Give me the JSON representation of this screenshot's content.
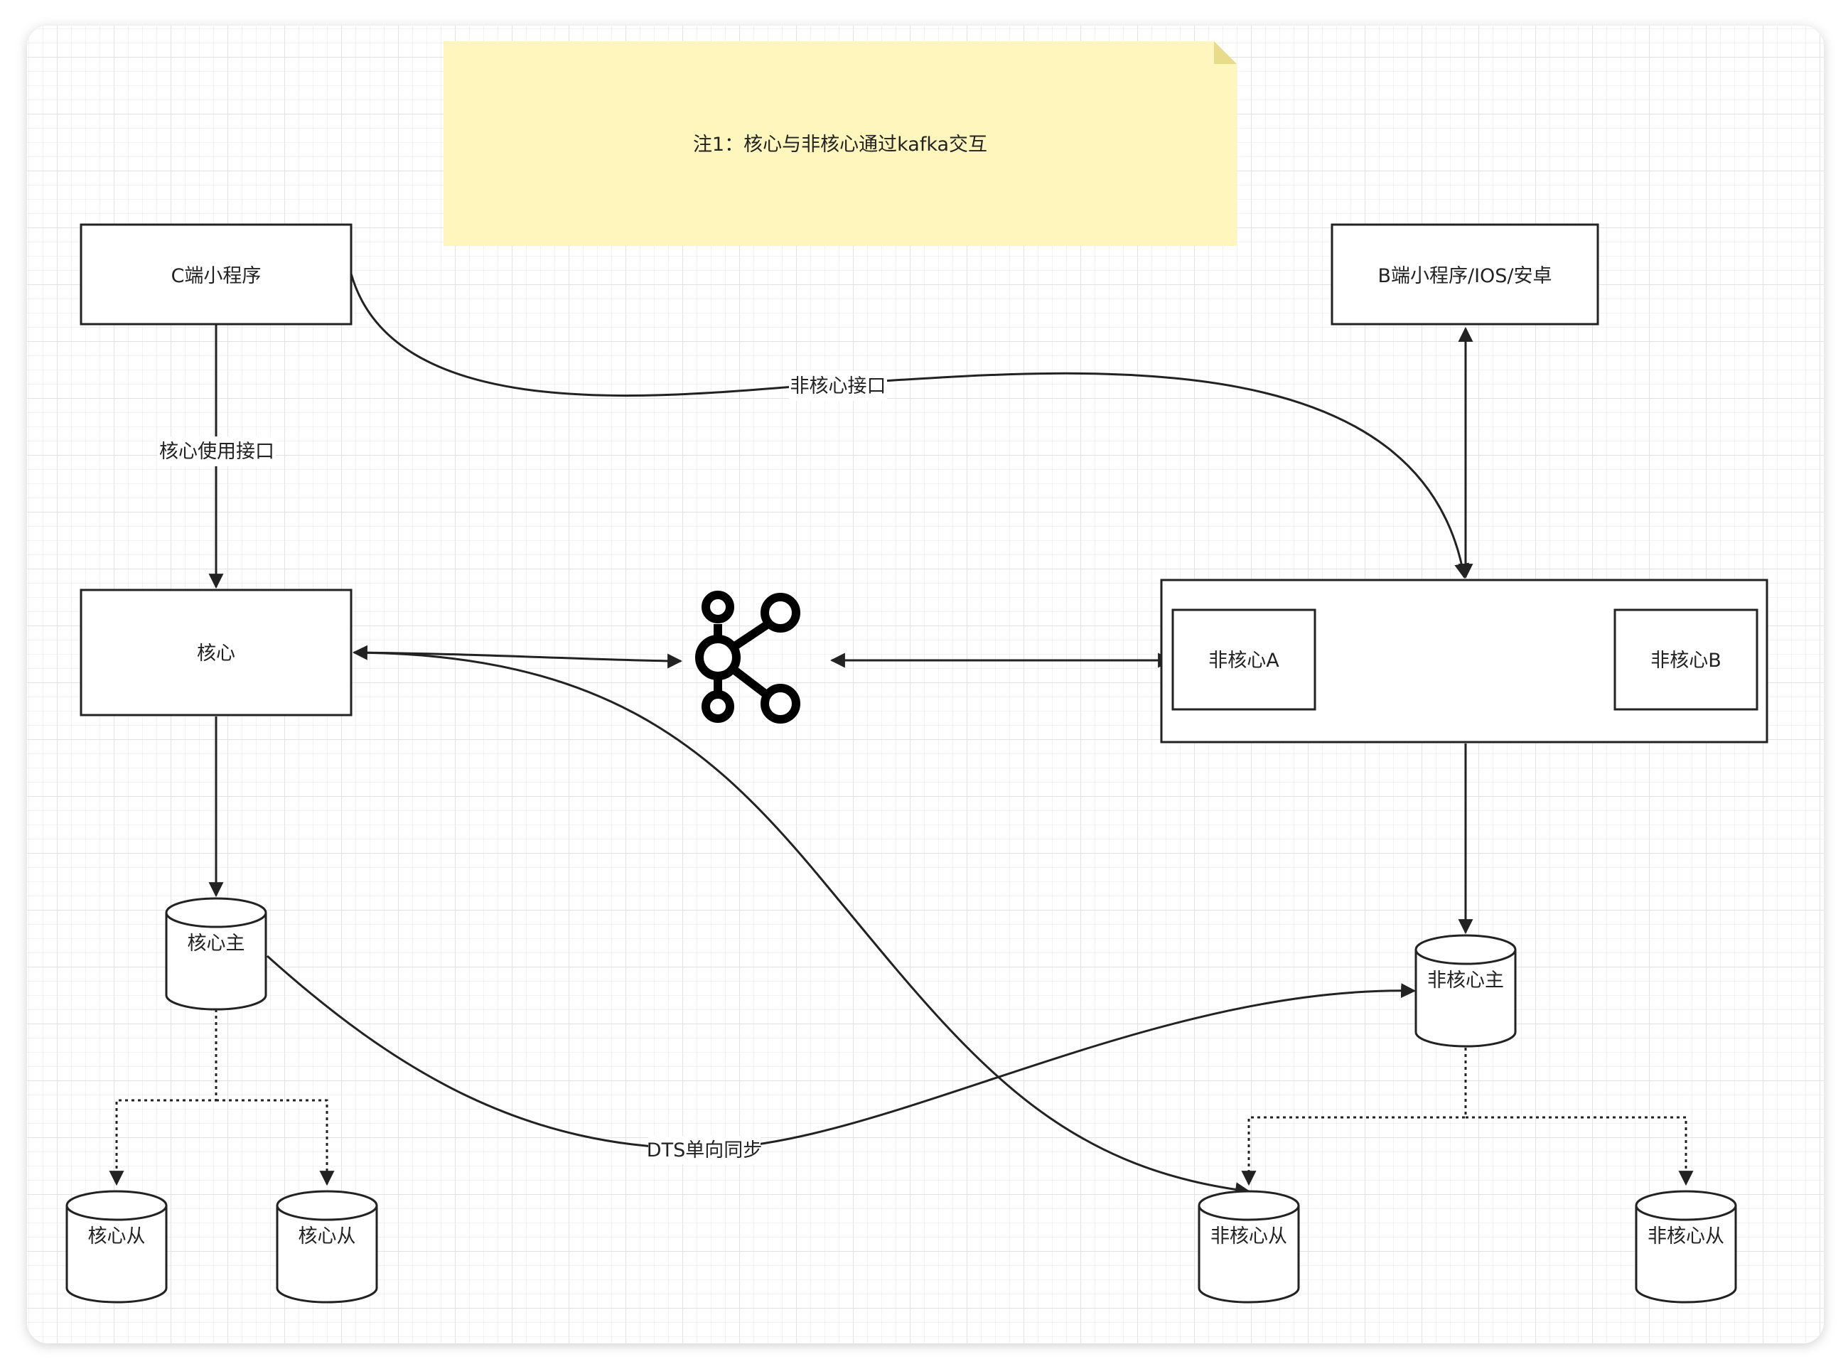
{
  "note": {
    "text": "注1：核心与非核心通过kafka交互"
  },
  "nodes": {
    "c_client": "C端小程序",
    "b_client": "B端小程序/IOS/安卓",
    "core": "核心",
    "non_core_a": "非核心A",
    "non_core_b": "非核心B",
    "core_master": "核心主",
    "core_slave_1": "核心从",
    "core_slave_2": "核心从",
    "non_core_master": "非核心主",
    "non_core_slave_1": "非核心从",
    "non_core_slave_2": "非核心从"
  },
  "edges": {
    "core_api": "核心使用接口",
    "non_core_api": "非核心接口",
    "dts_sync": "DTS单向同步"
  },
  "icons": {
    "kafka": "kafka-icon"
  },
  "colors": {
    "note_fill": "#fff6bd",
    "note_fold": "#e8dc8a",
    "grid_minor": "#eeeeee",
    "grid_major": "#e2e2e2",
    "stroke": "#222222"
  }
}
